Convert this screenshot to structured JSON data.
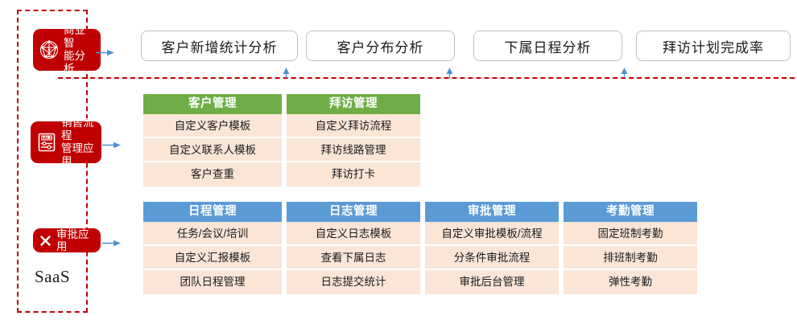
{
  "frame": {
    "caption": "SaaS"
  },
  "apps": [
    {
      "id": "bi",
      "label": "商业智\n能分析",
      "icon": "network-graph-icon",
      "color": "#c00000"
    },
    {
      "id": "sales",
      "label": "销售流程\n管理应用",
      "icon": "sale-tag-icon",
      "color": "#c00000"
    },
    {
      "id": "approval",
      "label": "审批应用",
      "icon": "cross-scissors-icon",
      "color": "#c00000"
    }
  ],
  "bi_buttons": [
    {
      "label": "客户新增统计分析"
    },
    {
      "label": "客户分布分析"
    },
    {
      "label": "下属日程分析"
    },
    {
      "label": "拜访计划完成率"
    }
  ],
  "modules": {
    "sales_row": [
      {
        "title": "客户管理",
        "accent": "#6fae46",
        "rows": [
          "自定义客户模板",
          "自定义联系人模板",
          "客户查重"
        ]
      },
      {
        "title": "拜访管理",
        "accent": "#6fae46",
        "rows": [
          "自定义拜访流程",
          "拜访线路管理",
          "拜访打卡"
        ]
      }
    ],
    "approval_row": [
      {
        "title": "日程管理",
        "accent": "#5b9bd5",
        "rows": [
          "任务/会议/培训",
          "自定义汇报模板",
          "团队日程管理"
        ]
      },
      {
        "title": "日志管理",
        "accent": "#5b9bd5",
        "rows": [
          "自定义日志模板",
          "查看下属日志",
          "日志提交统计"
        ]
      },
      {
        "title": "审批管理",
        "accent": "#5b9bd5",
        "rows": [
          "自定义审批模板/流程",
          "分条件审批流程",
          "审批后台管理"
        ]
      },
      {
        "title": "考勤管理",
        "accent": "#5b9bd5",
        "rows": [
          "固定班制考勤",
          "排班制考勤",
          "弹性考勤"
        ]
      }
    ]
  },
  "colors": {
    "frame_dashed": "#c00000",
    "chip_red": "#c00000",
    "green_header": "#6fae46",
    "blue_header": "#5b9bd5",
    "row_bg": "#fae5d7",
    "arrow_blue": "#4f93ce",
    "button_border": "#bfbfbf"
  }
}
